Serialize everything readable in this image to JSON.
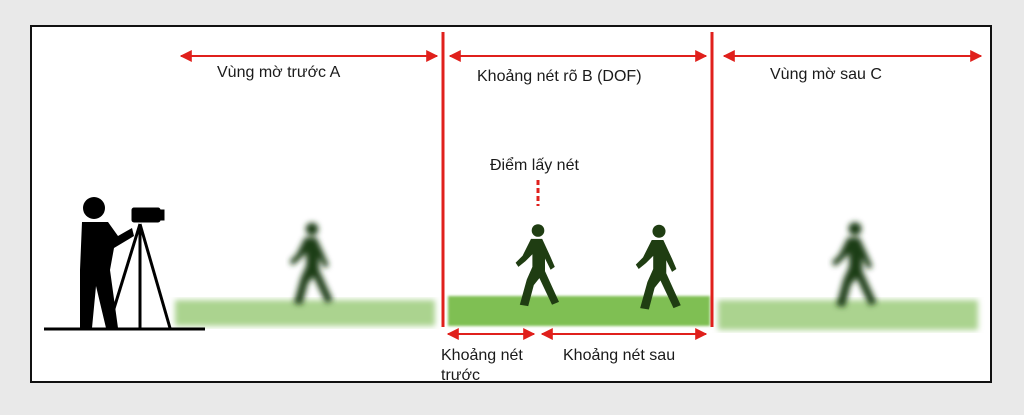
{
  "zones": {
    "front_blur": "Vùng mờ trước A",
    "sharp_zone": "Khoảng nét rõ B (DOF)",
    "back_blur": "Vùng mờ sau C"
  },
  "focus_point": "Điểm lấy nét",
  "near_sharp": "Khoảng nét\ntrước",
  "far_sharp": "Khoảng nét sau",
  "colors": {
    "arrow_red": "#e0201c",
    "figure_green": "#1f3d12",
    "grass_green": "#8fc46a",
    "photographer_black": "#000000"
  },
  "icons": [
    "photographer-icon",
    "tripod-camera-icon",
    "walking-person-icon"
  ]
}
